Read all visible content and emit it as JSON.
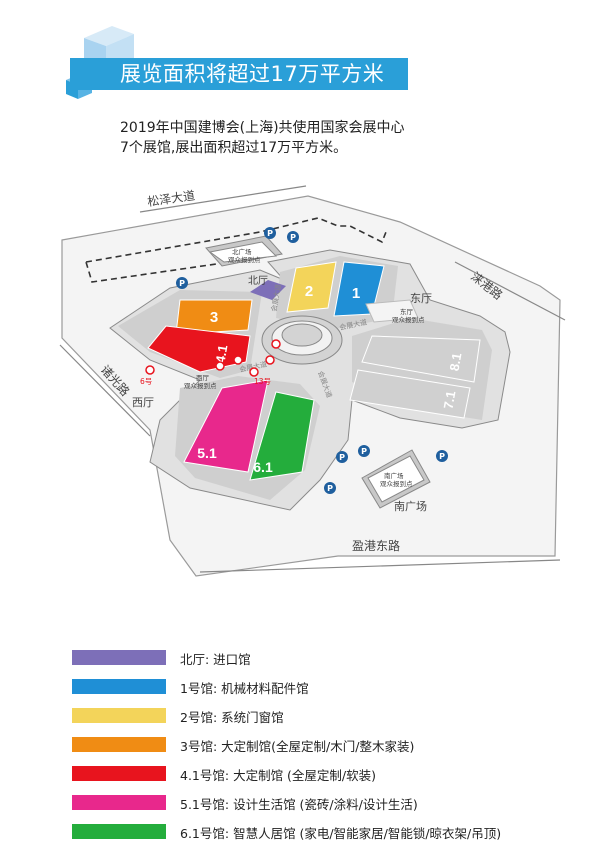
{
  "header": {
    "title": "展览面积将超过17万平方米"
  },
  "intro": {
    "line1": "2019年中国建博会(上海)共使用国家会展中心",
    "line2": "7个展馆,展出面积超过17万平方米。"
  },
  "map": {
    "roads": {
      "north": "松泽大道",
      "east": "涞港路",
      "west": "诸光路",
      "south": "盈港东路"
    },
    "halls": [
      {
        "label": "2",
        "color": "#f3d45a"
      },
      {
        "label": "1",
        "color": "#1f8fd6"
      },
      {
        "label": "3",
        "color": "#f08c14"
      },
      {
        "label": "4.1",
        "color": "#e8141e"
      },
      {
        "label": "5.1",
        "color": "#e8288c"
      },
      {
        "label": "6.1",
        "color": "#24ad3c"
      },
      {
        "label": "8.1",
        "color": "#d0d0d0"
      },
      {
        "label": "7.1",
        "color": "#d0d0d0"
      }
    ],
    "north_hall_color": "#7d6fb8",
    "areas": {
      "north_hall": "北厅",
      "east_hall": "东厅",
      "west_hall": "西厅",
      "south_plaza": "南广场"
    },
    "checkin_points": {
      "north": [
        "北广场",
        "观众报到点"
      ],
      "east": [
        "东厅",
        "观众报到点"
      ],
      "west": [
        "西厅",
        "观众报到点"
      ],
      "south": [
        "南广场",
        "观众报到点"
      ]
    },
    "gate_labels": {
      "gate6": "6号",
      "gate13": "13号"
    },
    "avenue_labels": {
      "a": "会展大道",
      "b": "会展大道",
      "c": "会展大道",
      "d": "会展大道"
    },
    "parking_symbol": "P"
  },
  "legend": [
    {
      "label": "北厅: 进口馆",
      "color": "#7d6fb8"
    },
    {
      "label": "1号馆: 机械材料配件馆",
      "color": "#1f8fd6"
    },
    {
      "label": "2号馆: 系统门窗馆",
      "color": "#f3d45a"
    },
    {
      "label": "3号馆: 大定制馆(全屋定制/木门/整木家装)",
      "color": "#f08c14"
    },
    {
      "label": "4.1号馆: 大定制馆 (全屋定制/软装)",
      "color": "#e8141e"
    },
    {
      "label": "5.1号馆: 设计生活馆 (瓷砖/涂料/设计生活)",
      "color": "#e8288c"
    },
    {
      "label": "6.1号馆: 智慧人居馆 (家电/智能家居/智能锁/晾衣架/吊顶)",
      "color": "#24ad3c"
    }
  ]
}
